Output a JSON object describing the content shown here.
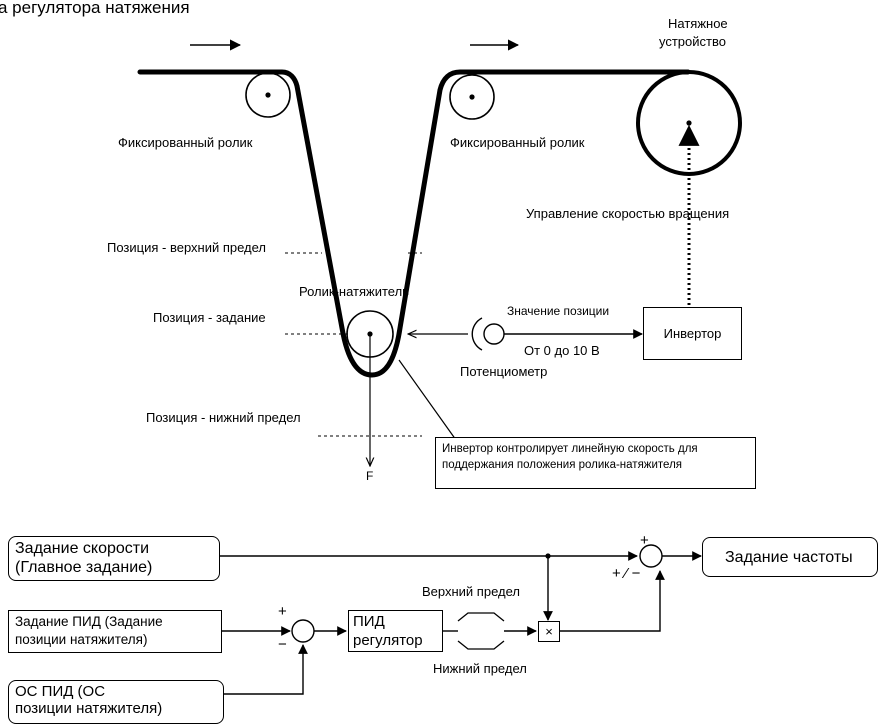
{
  "title": "а регулятора натяжения",
  "top": {
    "tensioner_device": [
      "Натяжное",
      "устройство"
    ],
    "fixed_roller_left": "Фиксированный ролик",
    "fixed_roller_right": "Фиксированный ролик",
    "speed_control": "Управление скоростью вращения",
    "pos_upper": "Позиция - верхний предел",
    "dancer_roller": "Ролик-натяжитель",
    "pos_set": "Позиция - задание",
    "pos_value": "Значение позиции",
    "inverter": "Инвертор",
    "voltage_range": "От 0 до 10 В",
    "potentiometer": "Потенциометр",
    "pos_lower": "Позиция - нижний предел",
    "force": "F",
    "note": [
      "Инвертор  контролирует линейную скорость для",
      "поддержания положения ролика-натяжителя"
    ]
  },
  "bottom": {
    "speed_ref": [
      "Задание скорости",
      "(Главное задание)"
    ],
    "freq_ref": "Задание частоты",
    "pid_ref": [
      "Задание ПИД (Задание",
      "позиции натяжителя)"
    ],
    "pid_fb": [
      "ОС ПИД (ОС",
      "позиции натяжителя)"
    ],
    "pid_reg": [
      "ПИД",
      "регулятор"
    ],
    "upper_limit": "Верхний предел",
    "lower_limit": "Нижний предел",
    "plus_1": "+",
    "plus_minus": "+ ⁄ −",
    "plus_2": "+",
    "minus_2": "−",
    "mult": "×"
  }
}
